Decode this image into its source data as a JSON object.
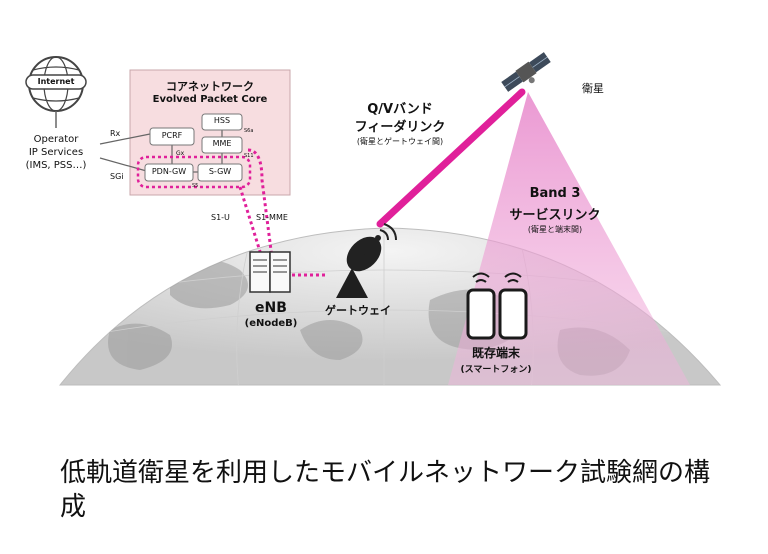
{
  "internet": {
    "label": "Internet"
  },
  "operator": {
    "line1": "Operator",
    "line2": "IP Services",
    "line3": "(IMS, PSS…)"
  },
  "core": {
    "title_jp": "コアネットワーク",
    "title_en": "Evolved Packet Core"
  },
  "nodes": {
    "hss": "HSS",
    "pcrf": "PCRF",
    "mme": "MME",
    "pdn_gw": "PDN-GW",
    "s_gw": "S-GW"
  },
  "interfaces": {
    "rx": "Rx",
    "sgi": "SGi",
    "gx": "Gx",
    "s6a": "S6a",
    "s11": "S11",
    "s5": "S5",
    "s1u": "S1-U",
    "s1mme": "S1-MME"
  },
  "feeder": {
    "title1": "Q/Vバンド",
    "title2": "フィーダリンク",
    "sub": "(衛星とゲートウェイ間)"
  },
  "satellite": {
    "label": "衛星"
  },
  "service": {
    "title1": "Band 3",
    "title2": "サービスリンク",
    "sub": "(衛星と端末間)"
  },
  "enb": {
    "label": "eNB",
    "sub": "(eNodeB)"
  },
  "gateway": {
    "label": "ゲートウェイ"
  },
  "terminal": {
    "label": "既存端末",
    "sub": "(スマートフォン)"
  },
  "caption": "低軌道衛星を利用したモバイルネットワーク試験網の構成",
  "colors": {
    "magenta": "#e0209a",
    "beam_pink": "#e680c8",
    "core_bg": "#f7dde0",
    "globe": "#e2e2e2"
  }
}
